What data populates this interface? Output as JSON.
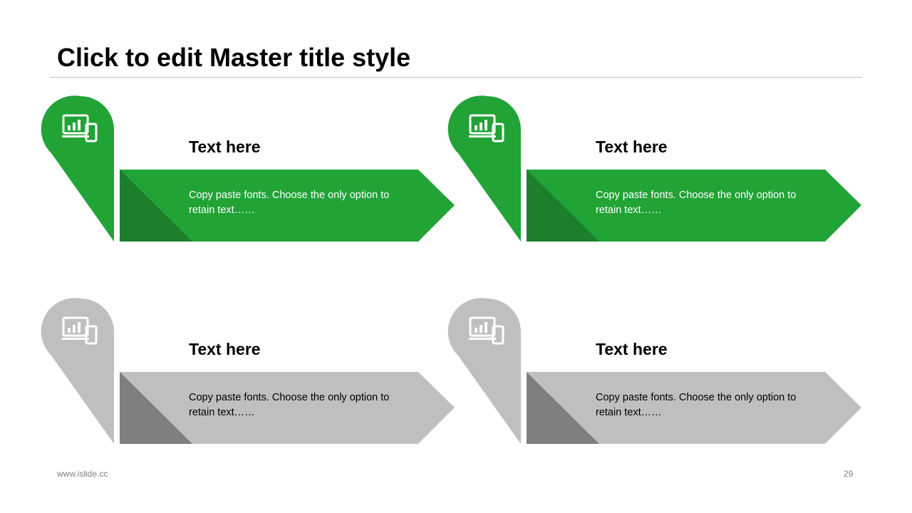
{
  "slide": {
    "title": "Click to edit Master title style",
    "footer_url": "www.islide.cc",
    "page_number": "29"
  },
  "colors": {
    "active": "#21a336",
    "active_dark": "#1b7f2c",
    "active_text": "#ffffff",
    "inactive": "#bfbfbf",
    "inactive_dark": "#7f7f7f",
    "inactive_text": "#000000"
  },
  "blocks": [
    {
      "heading": "Text here",
      "body": "Copy paste fonts. Choose the only option to retain text……",
      "state": "active",
      "icon": "devices-chart-icon"
    },
    {
      "heading": "Text here",
      "body": "Copy paste fonts. Choose the only option to retain text……",
      "state": "active",
      "icon": "devices-chart-icon"
    },
    {
      "heading": "Text here",
      "body": "Copy paste fonts. Choose the only option to retain text……",
      "state": "inactive",
      "icon": "devices-chart-icon"
    },
    {
      "heading": "Text here",
      "body": "Copy paste fonts. Choose the only option to retain text……",
      "state": "inactive",
      "icon": "devices-chart-icon"
    }
  ]
}
